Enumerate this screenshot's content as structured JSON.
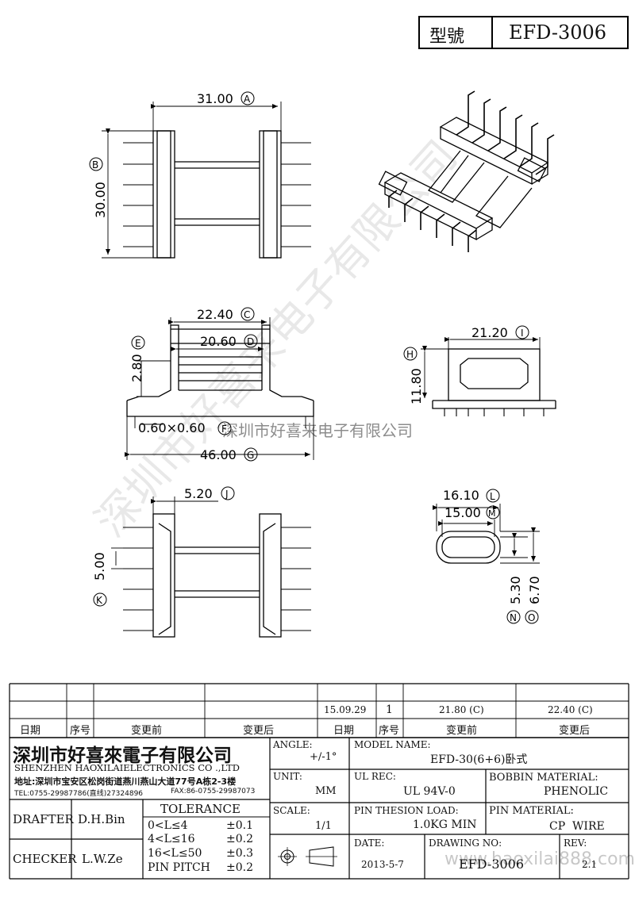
{
  "header": {
    "type_label": "型號",
    "type_value": "EFD-3006"
  },
  "dims": {
    "A": {
      "value": "31.00",
      "letter": "A"
    },
    "B": {
      "value": "30.00",
      "letter": "B"
    },
    "C": {
      "value": "22.40",
      "letter": "C"
    },
    "D": {
      "value": "20.60",
      "letter": "D"
    },
    "E": {
      "value": "2.80",
      "letter": "E"
    },
    "F": {
      "value": "0.60×0.60",
      "letter": "F"
    },
    "G": {
      "value": "46.00",
      "letter": "G"
    },
    "H": {
      "value": "11.80",
      "letter": "H"
    },
    "I": {
      "value": "21.20",
      "letter": "I"
    },
    "J": {
      "value": "5.20",
      "letter": "J"
    },
    "K": {
      "value": "5.00",
      "letter": "K"
    },
    "L": {
      "value": "16.10",
      "letter": "L"
    },
    "M": {
      "value": "15.00",
      "letter": "M"
    },
    "N": {
      "value": "5.30",
      "letter": "N"
    },
    "O": {
      "value": "6.70",
      "letter": "O"
    }
  },
  "watermark": {
    "text": "深圳市好喜来电子有限公司",
    "overlay": "深圳市好喜来电子有限公司"
  },
  "revision": {
    "row": {
      "date": "15.09.29",
      "no": "1",
      "before": "21.80 (C)",
      "after": "22.40 (C)"
    },
    "headers": {
      "date": "日期",
      "no": "序号",
      "before": "变更前",
      "after": "变更后"
    }
  },
  "company": {
    "name_cn": "深圳市好喜來電子有限公司",
    "name_en": "SHENZHEN HAOXILAIELECTRONICS CO .,LTD",
    "address": "地址:深圳市宝安区松岗街道燕川燕山大道77号A栋2-3楼",
    "tel": "TEL:0755-29987786(直线)27324896",
    "fax": "FAX:86-0755-29987073"
  },
  "info": {
    "angle_label": "ANGLE:",
    "angle_value": "+/-1°",
    "model_label": "MODEL NAME:",
    "model_value": "EFD-30(6+6)卧式",
    "unit_label": "UNIT:",
    "unit_value": "MM",
    "ulrec_label": "UL REC:",
    "ulrec_value": "UL 94V-0",
    "bobbin_label": "BOBBIN MATERIAL:",
    "bobbin_value": "PHENOLIC",
    "scale_label": "SCALE:",
    "scale_value": "1/1",
    "pinload_label": "PIN THESION LOAD:",
    "pinload_value": "1.0KG MIN",
    "pinmat_label": "PIN MATERIAL:",
    "pinmat_value": "CP  WIRE",
    "date_label": "DATE:",
    "date_value": "2013-5-7",
    "drawing_label": "DRAWING NO:",
    "drawing_value": "EFD-3006",
    "rev_label": "REV:",
    "rev_value": "2.1",
    "drafter_label": "DRAFTER",
    "drafter_value": "D.H.Bin",
    "checker_label": "CHECKER",
    "checker_value": "L.W.Ze",
    "tolerance_label": "TOLERANCE",
    "tol_rows": [
      {
        "range": "0<L≤4",
        "tol": "±0.1"
      },
      {
        "range": "4<L≤16",
        "tol": "±0.2"
      },
      {
        "range": "16<L≤50",
        "tol": "±0.3"
      },
      {
        "range": "PIN PITCH",
        "tol": "±0.2"
      }
    ]
  },
  "site_watermark": "www.haoxilai888.com"
}
